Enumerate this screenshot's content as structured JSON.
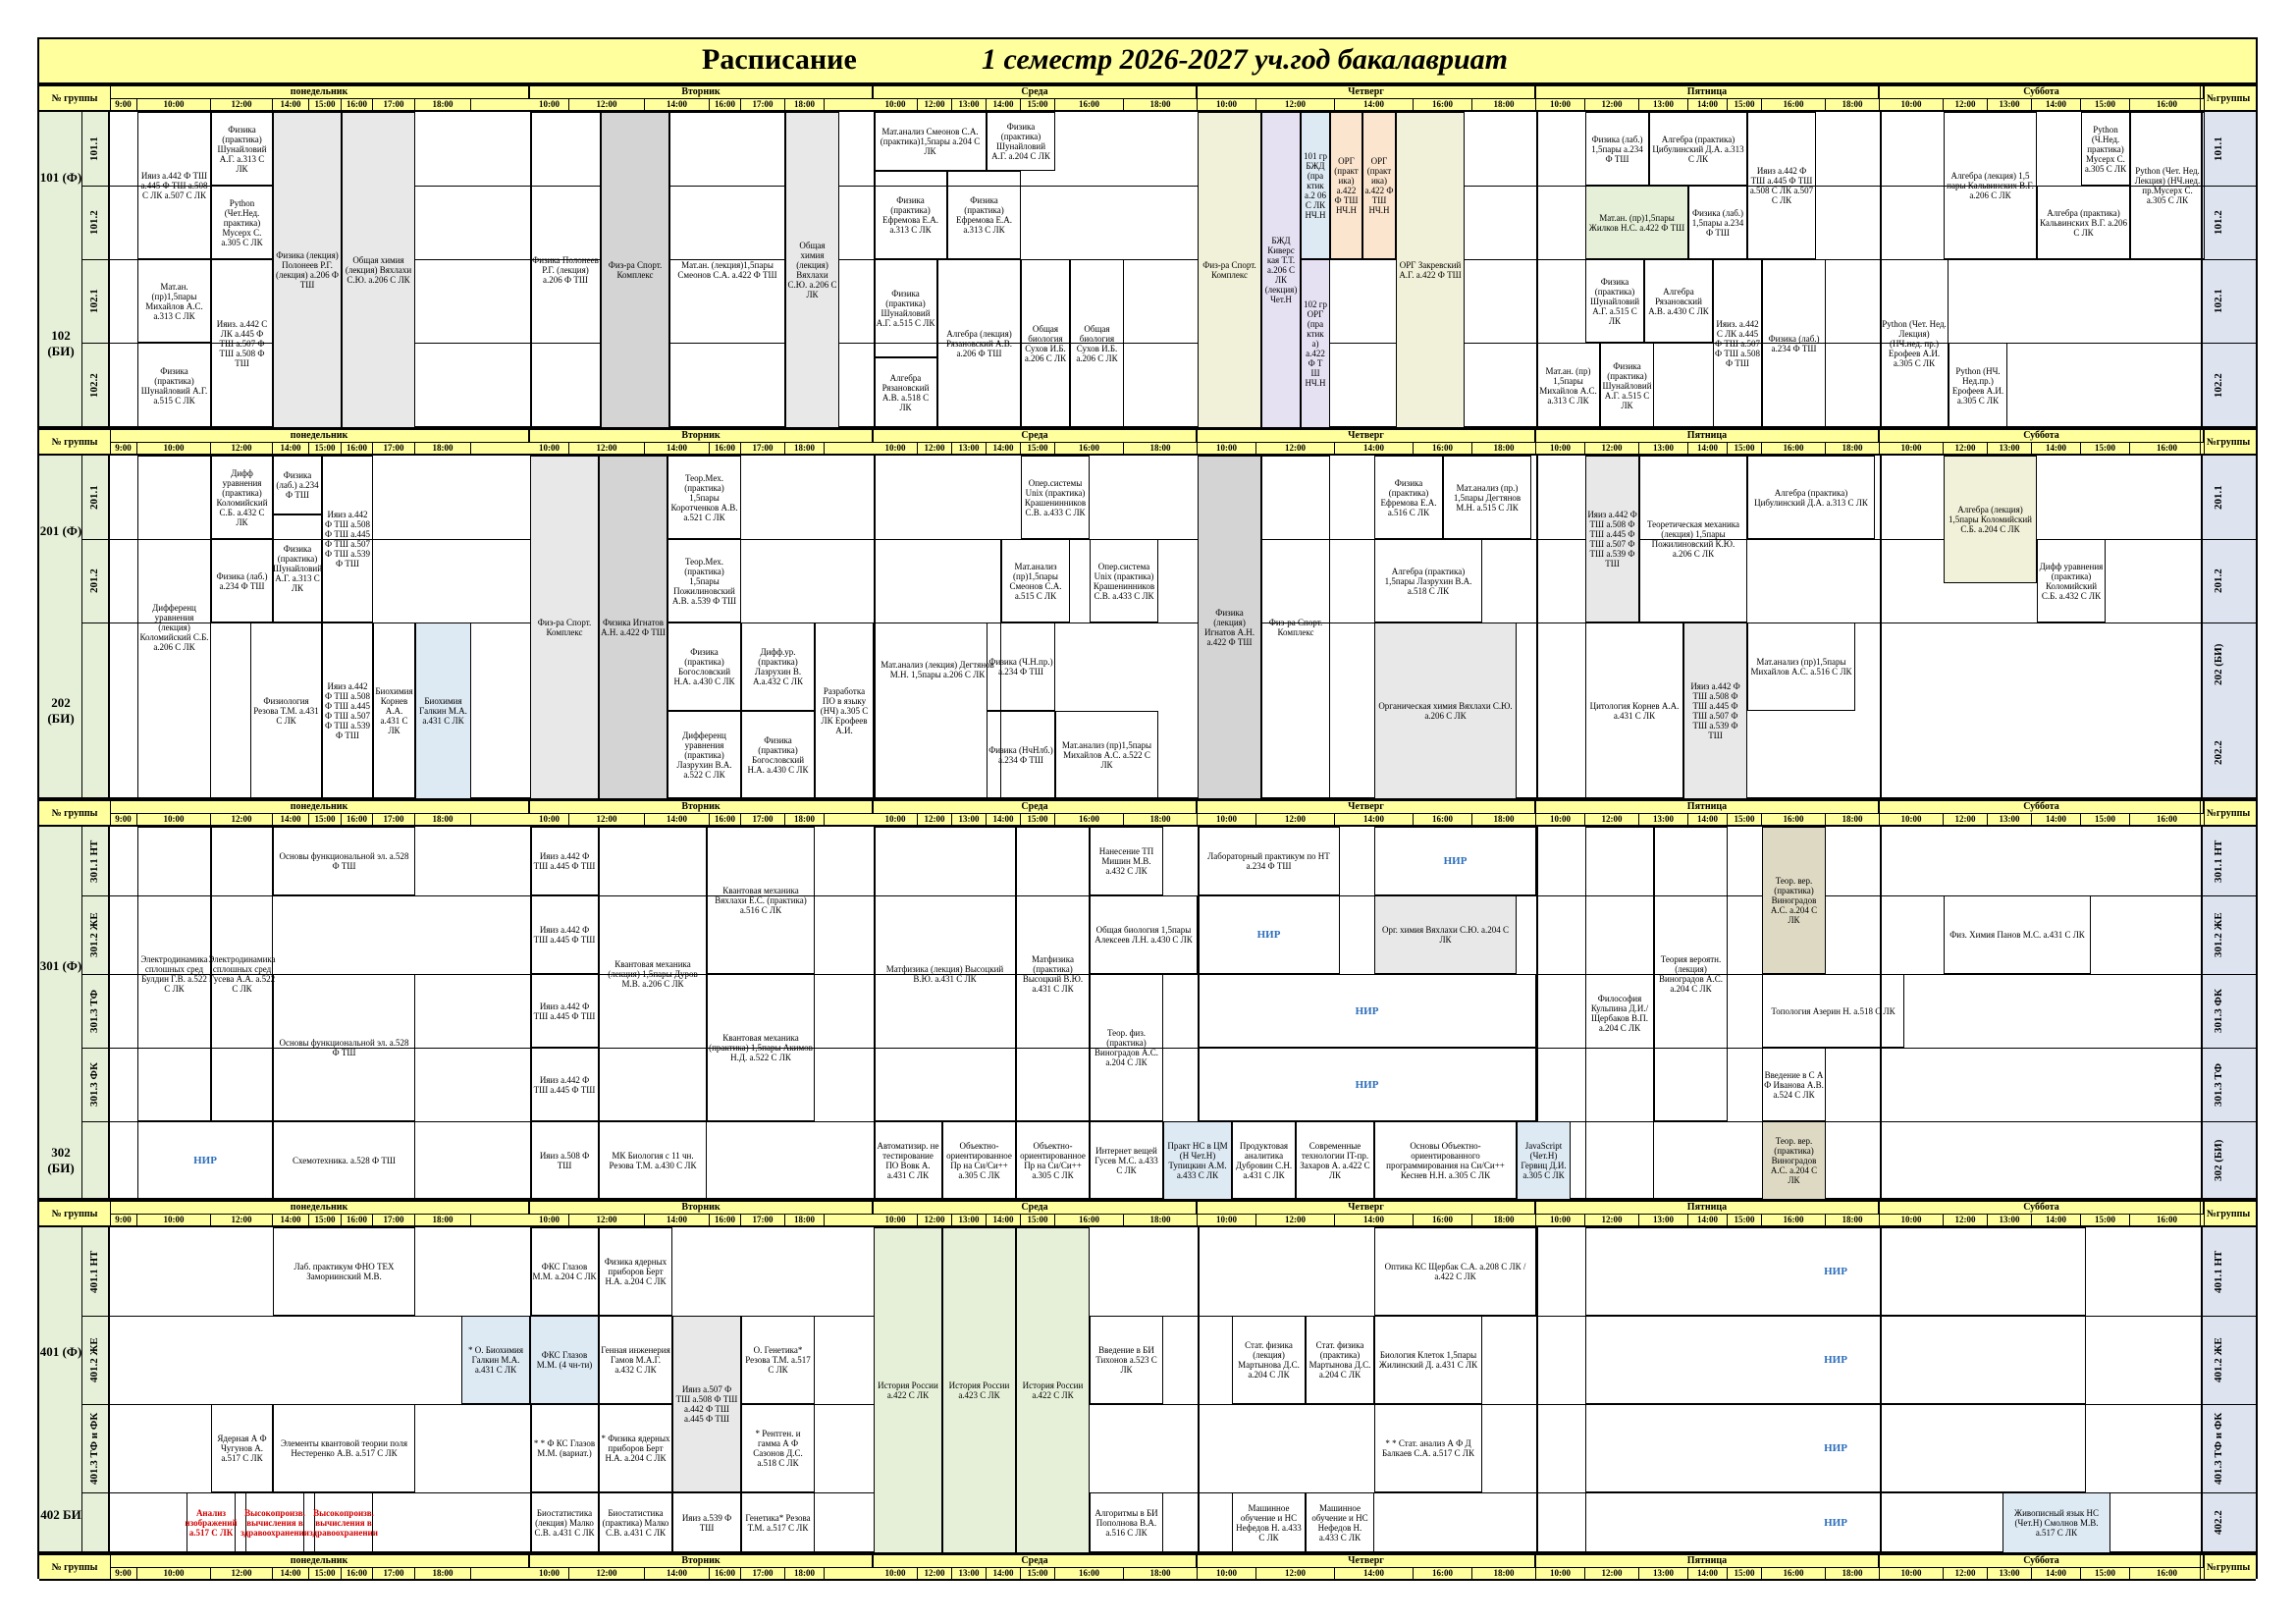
{
  "title": {
    "main": "Расписание",
    "semester": "1 семестр 2026-2027 уч.год   бакалавриат"
  },
  "header": {
    "group_label": "№ группы",
    "right_label": "№группы",
    "days": [
      "понедельник",
      "Вторник",
      "Среда",
      "Четверг",
      "Пятница",
      "Суббота"
    ],
    "times_a": [
      "9:00",
      "10:00",
      "12:00",
      "14:00",
      "15:00",
      "16:00",
      "17:00",
      "18:00",
      "10:00",
      "12:00",
      "14:00",
      "16:00",
      "17:00",
      "18:00",
      "10:00",
      "12:00",
      "13:00",
      "14:00",
      "15:00",
      "16:00",
      "18:00",
      "10:00",
      "12:00",
      "14:00",
      "16:00",
      "18:00",
      "10:00",
      "12:00",
      "13:00",
      "14:00",
      "15:00",
      "16:00",
      "18:00",
      "10:00",
      "12:00",
      "13:00",
      "14:00",
      "15:00",
      "16:00"
    ]
  },
  "groups": {
    "g101": "101 (Ф)",
    "g102": "102 (БИ)",
    "g201": "201 (Ф)",
    "g202": "202 (БИ)",
    "g301": "301 (Ф)",
    "g302": "302 (БИ)",
    "g401": "401 (Ф)",
    "g402": "402 БИ"
  },
  "subgroups": {
    "s1011": "101.1",
    "s1012": "101.2",
    "s1021": "102.1",
    "s1022": "102.2",
    "s2011": "201.1",
    "s2012": "201.2",
    "s3011": "301.1 НТ",
    "s3012": "301.2 ЖЕ",
    "s3013": "301.3 ТФ",
    "s3014": "301.3 ФК",
    "s4011": "401.1 НТ",
    "s4012": "401.2 ЖЕ",
    "s4013": "401.3 ТФ и ФК"
  },
  "right": {
    "r1011": "101.1",
    "r1012": "101.2",
    "r1021": "102.1",
    "r1022": "102.2",
    "r2011": "201.1",
    "r2012": "201.2",
    "r202": "202 (БИ)",
    "r2022": "202.2",
    "r3011": "301.1 НТ",
    "r3012": "301.2 ЖЕ",
    "r3013": "301.3 ФК",
    "r3014": "301.3 ТФ",
    "r302": "302 (БИ)",
    "r4011": "401.1 НТ",
    "r4012": "401.2 ЖЕ",
    "r4013": "401.3 ТФ и ФК",
    "r4022": "402.2"
  },
  "s1": {
    "c1": "Ияиз а.442 Ф ТШ а.445 Ф ТШ а.508 С ЛК а.507 С ЛК",
    "c2": "Физика (практика) Шунайловий А.Г. а.313 С ЛК",
    "c3": "Python (Чет.Нед. практика) Мусерх С. а.305 С ЛК",
    "c4": "Физика (лекция) Полонеев Р.Г. (лекция) а.206 Ф ТШ",
    "c5": "Общая химия (лекция) Вяхлахи С.Ю. а.206 С ЛК",
    "c6": "Физика Полонеев Р.Г. (лекция) а.206 Ф ТШ",
    "c7": "Физ-ра Спорт. Комплекс",
    "c8": "Мат.ан. (лекция)1,5пары Смеонов С.А. а.422 Ф ТШ",
    "c9": "Общая химия (лекция) Вяхлахи С.Ю. а.206 С ЛК",
    "c10": "Мат.анализ Смеонов С.А. (практика)1,5пары а.204 С ЛК",
    "c11": "Физика (практика) Шунайловий А.Г. а.204 С ЛК",
    "c12": "Физика (практика) Ефремова Е.А. а.313 С ЛК",
    "c13": "Физика (практика) Ефремова Е.А. а.313 С ЛК",
    "c14": "Физ-ра Спорт. Комплекс",
    "c15": "БЖД Киверс кая Т.Т. а.206 С ЛК (лекция) Чет.Н",
    "c16": "101 гр БЖД (пра ктик а.2 06 С ЛК НЧ.Н",
    "c17": "102 гр ОРГ (пра ктик а) а.422 Ф Т Ш НЧ.Н",
    "c18": "ОРГ (практ ика) а.422 Ф ТШ НЧ.Н",
    "c19": "ОРГ (практ ика) а.422 Ф ТШ НЧ.Н",
    "c20": "ОРГ Закревский А.Г. а.422 Ф ТШ",
    "c21": "Алгебра (практика) Цибулинский Д.А. а.313 С ЛК",
    "c22": "Физика (лаб.) 1,5пары а.234 Ф ТШ",
    "c23": "Ияиз а.442 Ф ТШ а.445 Ф ТШ а.508 С ЛК а.507 С ЛК",
    "c24": "Мат.ан. (пр)1,5пары Жилков Н.С. а.422 Ф ТШ",
    "c25": "Физика (лаб.) 1,5пары а.234 Ф ТШ",
    "c26": "Алгебра (лекция) 1,5 пары Кальвинских В.Г. а.206 С ЛК",
    "c27": "Python (Ч.Нед. практика) Мусерх С. а.305 С ЛК",
    "c28": "Python (Чет. Нед. Лекция) (НЧ.нед. пр.Мусерх С. а.305 С ЛК",
    "c29": "Алгебра (практика) Кальвинских В.Г. а.206 С ЛК",
    "c30": "Мат.ан. (пр)1,5пары Михайлов А.С. а.313 С ЛК",
    "c31": "Ияиз. а.442 С ЛК а.445 Ф ТШ а.507 Ф ТШ а.508 Ф ТШ",
    "c32": "Физика (практика) Шунайловий А.Г. а.515 С ЛК",
    "c33": "Физика (практика) Шунайловий А.Г. а.515 С ЛК",
    "c34": "Алгебра (лекция) Рязановский А.В. а.206 Ф ТШ",
    "c35": "Общая биология Сухов И.Б. а.206 С ЛК",
    "c36": "Общая биология Сухов И.Б. а.206 С ЛК",
    "c37": "Алгебра Рязановский А.В. а.518 С ЛК",
    "c38": "Физика (практика) Шунайловий А.Г. а.515 С ЛК",
    "c39": "Алгебра Рязановский А.В. а.430 С ЛК",
    "c40": "Ияиз. а.442 С ЛК а.445 Ф ТШ а.507 Ф ТШ а.508 Ф ТШ",
    "c41": "Физика (лаб.) а.234 Ф ТШ",
    "c42": "Мат.ан. (пр) 1,5пары Михайлов А.С. а.313 С ЛК",
    "c43": "Физика (практика) Шунайловий А.Г. а.515 С ЛК",
    "c44": "Python (Чет. Нед. Лекция) (НЧ.нед. пр.) Ерофеев А.И. а.305 С ЛК",
    "c45": "Python (НЧ. Нед.пр.) Ерофеев А.И. а.305 С ЛК"
  },
  "s2": {
    "c1": "Дифференц уравнения (лекция) Коломийский С.Б. а.206 С ЛК",
    "c2": "Дифф уравнения (практика) Коломийский С.Б. а.432 С ЛК",
    "c3": "Физика (лаб.) а.234 Ф ТШ",
    "c4": "Ияиз а.442 Ф ТШ а.508 Ф ТШ а.445 Ф ТШ а.507 Ф ТШ а.539 Ф ТШ",
    "c5": "Физика (лаб.) а.234 Ф ТШ",
    "c6": "Физика (практика) Шунайловий А.Г. а.313 С ЛК",
    "c7": "Физ-ра Спорт. Комплекс",
    "c8": "Физика Игнатов А.Н. а.422 Ф ТШ",
    "c9": "Теор.Мех. (практика) 1,5пары Коротченков А.В. а.521 С ЛК",
    "c10": "Теор.Мех. (практика) 1,5пары Пожилиновский А.В. а.539 Ф ТШ",
    "c11": "Опер.системы Unix (практика) Крашенинников С.В. а.433 С ЛК",
    "c12": "Мат.анализ (пр)1,5пары Смеонов С.А. а.515 С ЛК",
    "c13": "Опер.система Unix (практика) Крашенинников С.В. а.433 С ЛК",
    "c14": "Физика (лекция) Игнатов А.Н. а.422 Ф ТШ",
    "c15": "Физ-ра Спорт. Комплекс",
    "c16": "Физика (практика) Ефремова Е.А. а.516 С ЛК",
    "c17": "Мат.анализ (пр.) 1,5пары Дегтянов М.Н. а.515 С ЛК",
    "c18": "Алгебра (практика) 1,5пары Лазрухин В.А. а.518 С ЛК",
    "c19": "Ияиз а.442 Ф ТШ а.508 Ф ТШ а.445 Ф ТШ а.507 Ф ТШ а.539 Ф ТШ",
    "c20": "Теоретическая механика (лекция) 1,5пары Пожилиновский К.Ю. а.206 С ЛК",
    "c21": "Алгебра (практика) Цибулинский Д.А. а.313 С ЛК",
    "c22": "Алгебра (лекция) 1,5пары Коломийский С.Б. а.204 С ЛК",
    "c23": "Дифф уравнения (практика) Коломийский С.Б. а.432 С ЛК",
    "c24": "Ияиз а.442 Ф ТШ а.508 Ф ТШ а.445 Ф ТШ а.507 Ф ТШ а.539 Ф ТШ",
    "c25": "Физиология Резова Т.М. а.431 С ЛК",
    "c26": "Биохимия Корнев А.А. а.431 С ЛК",
    "c27": "Биохимия Галкин М.А. а.431 С ЛК",
    "c28": "Физика (практика) Богословский Н.А. а.430 С ЛК",
    "c29": "Дифф.ур. (практика) Лазрухин В. А.а.432 С ЛК",
    "c30": "Разработка ПО в языку (НЧ) а.305 С ЛК Ерофеев А.И.",
    "c31": "Дифференц уравнения (практика) Лазрухин В.А. а.522 С ЛК",
    "c32": "Физика (практика) Богословский Н.А. а.430 С ЛК",
    "c33": "Мат.анализ (лекция) Дегтянов М.Н. 1,5пары а.206 С ЛК",
    "c34": "Физика (Ч.Н.пр.) а.234 Ф ТШ",
    "c35": "Физика (НчНлб.) а.234 Ф ТШ",
    "c36": "Мат.анализ (пр)1,5пары Михайлов А.С. а.522 С ЛК",
    "c37": "Органическая химия Вяхлахи С.Ю. а.206 С ЛК",
    "c38": "Цитология Корнев А.А. а.431 С ЛК",
    "c39": "Ияиз а.442 Ф ТШ а.508 Ф ТШ а.445 Ф ТШ а.507 Ф ТШ а.539 Ф ТШ",
    "c40": "Мат.анализ (пр)1,5пары Михайлов А.С. а.516 С ЛК"
  },
  "s3": {
    "c1": "Электродинамика сплошных сред Булдин Г.В. а.522 С ЛК",
    "c2": "Электродинамика сплошных сред Гусева А.А. а.522 С ЛК",
    "c3": "Основы функциональной эл. а.528 Ф ТШ",
    "c4": "Основы функциональной эл. а.528 Ф ТШ",
    "c5": "Ияиз а.442 Ф ТШ а.445 Ф ТШ",
    "c6": "Ияиз а.442 Ф ТШ а.445 Ф ТШ",
    "c7": "Ияиз а.442 Ф ТШ а.445 Ф ТШ",
    "c8": "Ияиз а.442 Ф ТШ а.445 Ф ТШ",
    "c9": "Квантовая механика (лекция) 1,5пары Дуров М.В. а.206 С ЛК",
    "c10": "Квантовая механика Вяхлахи Е.С. (практика) а.516 С ЛК",
    "c11": "Квантовая механика (практика) 1,5пары Акимов Н.Д. а.522 С ЛК",
    "c12": "Матфизика (лекция) Высоцкий В.Ю. а.431 С ЛК",
    "c13": "Матфизика (практика) Высоцкий В.Ю. а.431 С ЛК",
    "c14": "Нанесение ТП Мишин М.В. а.432 С ЛК",
    "c15": "Общая биология 1,5пары Алексеев Л.Н. а.430 С ЛК",
    "c16": "Теор. физ. (практика) Виноградов А.С. а.204 С ЛК",
    "c17": "Лабораторный практикум по НТ а.234 Ф ТШ",
    "c18": "НИР",
    "c19": "НИР",
    "c20": "Орг. химия Вяхлахи С.Ю. а.204 С ЛК",
    "c21": "НИР",
    "c22": "НИР",
    "c23": "Философия Кульпина Д.И./Щербаков В.П. а.204 С ЛК",
    "c24": "Теория вероятн. (лекция) Виноградов А.С. а.204 С ЛК",
    "c25": "Теор. вер. (практика) Виноградов А.С. а.204 С ЛК",
    "c26": "Физ. Химия Панов М.С. а.431 С ЛК",
    "c27": "Топология Азерин Н. а.518 С ЛК",
    "c28": "Введение в С А Ф Иванова А.В. а.524 С ЛК",
    "c29": "НИР",
    "c30": "Схемотехника. а.528 Ф ТШ",
    "c31": "Ияиз а.508 Ф ТШ",
    "c32": "МК Биология с 11 чн. Резова Т.М. а.430 С ЛК",
    "c33": "Автоматизир. не тестирование ПО Вовк А. а.431 С ЛК",
    "c34": "Объектно-ориентированное Пр на Си/Си++ а.305 С ЛК",
    "c35": "Объектно-ориентированное Пр на Си/Си++ а.305 С ЛК",
    "c36": "Интернет вещей Гусев М.С. а.433 С ЛК",
    "c37": "Практ НС в ЦМ (Н Чет.Н) Тупицкин А.М. а.433 С ЛК",
    "c38": "Продуктовая аналитика Дубровин С.Н. а.431 С ЛК",
    "c39": "Современные технологии IT-пр. Захаров А. а.422 С ЛК",
    "c40": "Основы Объектно-ориентированного программирования на Си/Си++ Кеснев Н.Н. а.305 С ЛК",
    "c41": "JavaScript (Чет.Н) Гервиц Д.И. а.305 С ЛК",
    "c42": "Теор. вер. (практика) Виноградов А.С. а.204 С ЛК"
  },
  "s4": {
    "c1": "Лаб. практикум ФНО ТЕХ Замориинский М.В.",
    "c2": "ФКС Глазов М.М. а.204 С ЛК",
    "c3": "Физика ядерных приборов Берт Н.А. а.204 С ЛК",
    "c4": "Оптика КС Щербак С.А. а.208 С ЛК /а.422 С ЛК",
    "c5": "НИР",
    "c6": "* О. Биохимия Галкин М.А. а.431 С ЛК",
    "c7": "ФКС Глазов М.М. (4 чн-ти)",
    "c8": "Генная инженерия Гамов М.А.Г. а.432 С ЛК",
    "c9": "Ияиз а.507 Ф ТШ а.508 Ф ТШ а.442 Ф ТШ а.445 Ф ТШ",
    "c10": "О. Генетика* Резова Т.М. а.517 С ЛК",
    "c11": "История России а.422 С ЛК",
    "c12": "История России а.423 С ЛК",
    "c13": "История России а.422 С ЛК",
    "c14": "Введение в БИ Тихонов а.523 С ЛК",
    "c15": "Стат. физика (лекция) Мартынова Д.С. а.204 С ЛК",
    "c16": "Стат. физика (практика) Мартынова Д.С. а.204 С ЛК",
    "c17": "Биология Клеток 1,5пары Жилинский Д. а.431 С ЛК",
    "c18": "НИР",
    "c19": "Ядерная А Ф Чугунов А. а.517 С ЛК",
    "c20": "Элементы квантовой теории поля Нестеренко А.В. а.517 С ЛК",
    "c21": "* * Ф КС Глазов М.М. (вариат.)",
    "c22": "* Физика ядерных приборов Берт Н.А. а.204 С ЛК",
    "c23": "* Рентген. и гамма А Ф Сазонов Д.С. а.518 С ЛК",
    "c24": "* * Стат. анализ А Ф Д Балкаев С.А. а.517 С ЛК",
    "c25": "НИР",
    "c26": "Анализ изображений а.517 С ЛК",
    "c27": "Высокопроизв. вычисления в здравоохранении",
    "c28": "Высокопроизв. вычисления в здравоохранении",
    "c29": "Биостатистика (лекция) Малко С.В. а.431 С ЛК",
    "c30": "Биостатистика (практика) Малко С.В. а.431 С ЛК",
    "c31": "Ияиз а.539 Ф ТШ",
    "c32": "Генетика* Резова Т.М. а.517 С ЛК",
    "c33": "Алгоритмы в БИ Пополнова В.А. а.516 С ЛК",
    "c34": "Машинное обучение и НС Нефедов Н. а.433 С ЛК",
    "c35": "Машинное обучение и НС Нефедов Н. а.433 С ЛК",
    "c36": "НИР",
    "c37": "Живописный язык НС (Чет.Н) Смолнов М.В. а.517 С ЛК"
  }
}
